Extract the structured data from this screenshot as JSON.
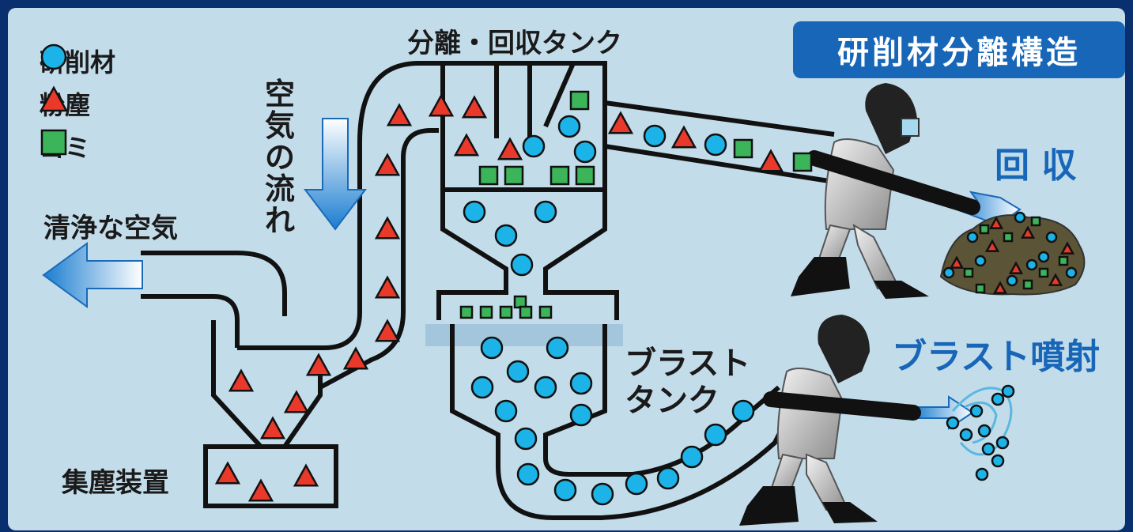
{
  "title": "研削材分離構造",
  "legend": [
    {
      "label": "研削材",
      "shape": "circle",
      "color": "#1cb4e8"
    },
    {
      "label": "粉塵",
      "shape": "triangle",
      "color": "#e8392a"
    },
    {
      "label": "ゴミ",
      "shape": "square",
      "color": "#3cb55a"
    }
  ],
  "labels": {
    "separator_tank": "分離・回収タンク",
    "air_flow": "空気の流れ",
    "clean_air": "清浄な空気",
    "dust_collector": "集塵装置",
    "blast_tank_line1": "ブラスト",
    "blast_tank_line2": "タンク",
    "recovery": "回 収",
    "blast_spray": "ブラスト噴射"
  },
  "colors": {
    "background": "#c3dcea",
    "frame": "#0a2f6e",
    "badge": "#1766b8",
    "accent_text": "#1766b8",
    "abrasive": "#1cb4e8",
    "dust": "#e8392a",
    "debris": "#3cb55a"
  }
}
